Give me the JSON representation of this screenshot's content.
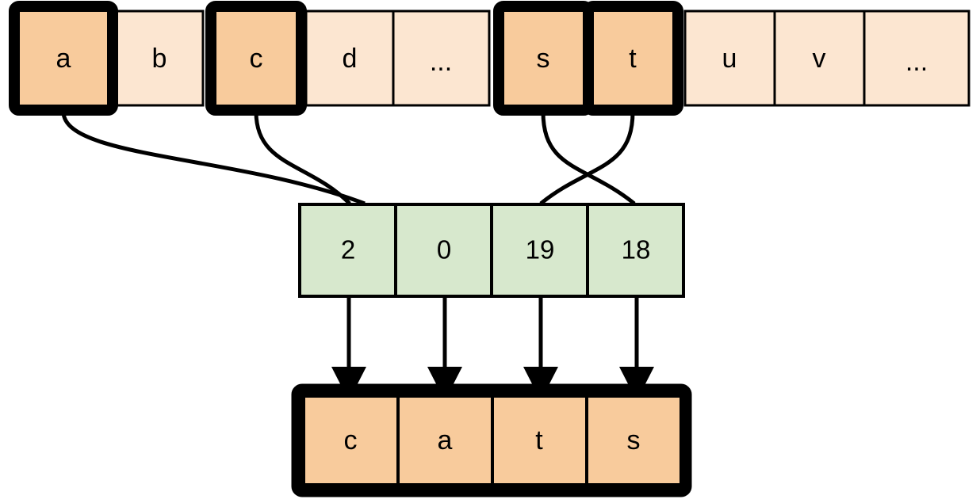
{
  "diagram": {
    "type": "indexing-gather-diagram",
    "title": "",
    "colors": {
      "highlight_fill": "#f8cb9c",
      "plain_fill": "#fce6d1",
      "index_fill": "#d7e8cd",
      "result_fill": "#f8cb9c",
      "stroke": "#000000",
      "background": "#ffffff"
    },
    "alphabet_row": {
      "name": "vocabulary-row",
      "cells": [
        {
          "label": "a",
          "highlighted": true
        },
        {
          "label": "b",
          "highlighted": false
        },
        {
          "label": "c",
          "highlighted": true
        },
        {
          "label": "d",
          "highlighted": false
        },
        {
          "label": "...",
          "highlighted": false
        },
        {
          "label": "s",
          "highlighted": true
        },
        {
          "label": "t",
          "highlighted": true
        },
        {
          "label": "u",
          "highlighted": false
        },
        {
          "label": "v",
          "highlighted": false
        },
        {
          "label": "...",
          "highlighted": false
        }
      ]
    },
    "index_row": {
      "name": "index-row",
      "cells": [
        {
          "label": "2"
        },
        {
          "label": "0"
        },
        {
          "label": "19"
        },
        {
          "label": "18"
        }
      ]
    },
    "result_row": {
      "name": "result-row",
      "cells": [
        {
          "label": "c"
        },
        {
          "label": "a"
        },
        {
          "label": "t"
        },
        {
          "label": "s"
        }
      ]
    },
    "lookup_links": [
      {
        "from_letter": "a",
        "to_index": "0"
      },
      {
        "from_letter": "c",
        "to_index": "2"
      },
      {
        "from_letter": "s",
        "to_index": "19"
      },
      {
        "from_letter": "t",
        "to_index": "18"
      }
    ],
    "emit_arrows": [
      {
        "from_index": "2",
        "to_letter": "c"
      },
      {
        "from_index": "0",
        "to_letter": "a"
      },
      {
        "from_index": "19",
        "to_letter": "t"
      },
      {
        "from_index": "18",
        "to_letter": "s"
      }
    ]
  }
}
